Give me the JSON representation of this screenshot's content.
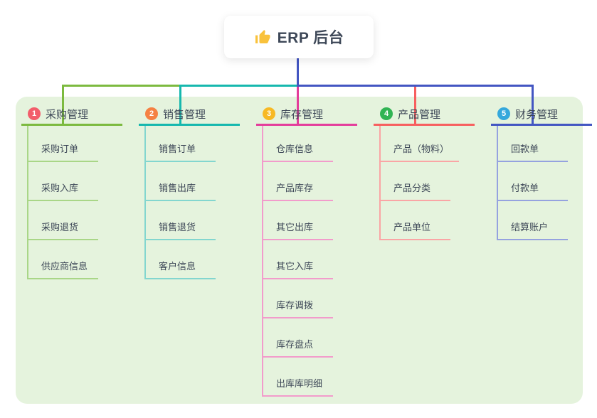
{
  "root": {
    "label": "ERP 后台",
    "icon": "thumbs-up-icon",
    "icon_color": "#F9C23C",
    "card_bg": "#ffffff",
    "connector_color": "#4356C2"
  },
  "canvas": {
    "panel_bg": "#E5F3DD",
    "text_color": "#3D4757"
  },
  "branches": [
    {
      "index": "1",
      "label": "采购管理",
      "line_color": "#7CBA3F",
      "light_color": "#A9D687",
      "badge_color": "#F25E6B",
      "children": [
        "采购订单",
        "采购入库",
        "采购退货",
        "供应商信息"
      ]
    },
    {
      "index": "2",
      "label": "销售管理",
      "line_color": "#16B8AE",
      "light_color": "#83D6CF",
      "badge_color": "#F58143",
      "children": [
        "销售订单",
        "销售出库",
        "销售退货",
        "客户信息"
      ]
    },
    {
      "index": "3",
      "label": "库存管理",
      "line_color": "#E43D9B",
      "light_color": "#F29BCB",
      "badge_color": "#F7B924",
      "children": [
        "仓库信息",
        "产品库存",
        "其它出库",
        "其它入库",
        "库存调拨",
        "库存盘点",
        "出库库明细"
      ]
    },
    {
      "index": "4",
      "label": "产品管理",
      "line_color": "#F75F5F",
      "light_color": "#FAA5A5",
      "badge_color": "#31B454",
      "children": [
        "产品（物料）",
        "产品分类",
        "产品单位"
      ]
    },
    {
      "index": "5",
      "label": "财务管理",
      "line_color": "#4356C2",
      "light_color": "#95A2DF",
      "badge_color": "#35A8DC",
      "children": [
        "回款单",
        "付款单",
        "结算账户"
      ]
    }
  ]
}
